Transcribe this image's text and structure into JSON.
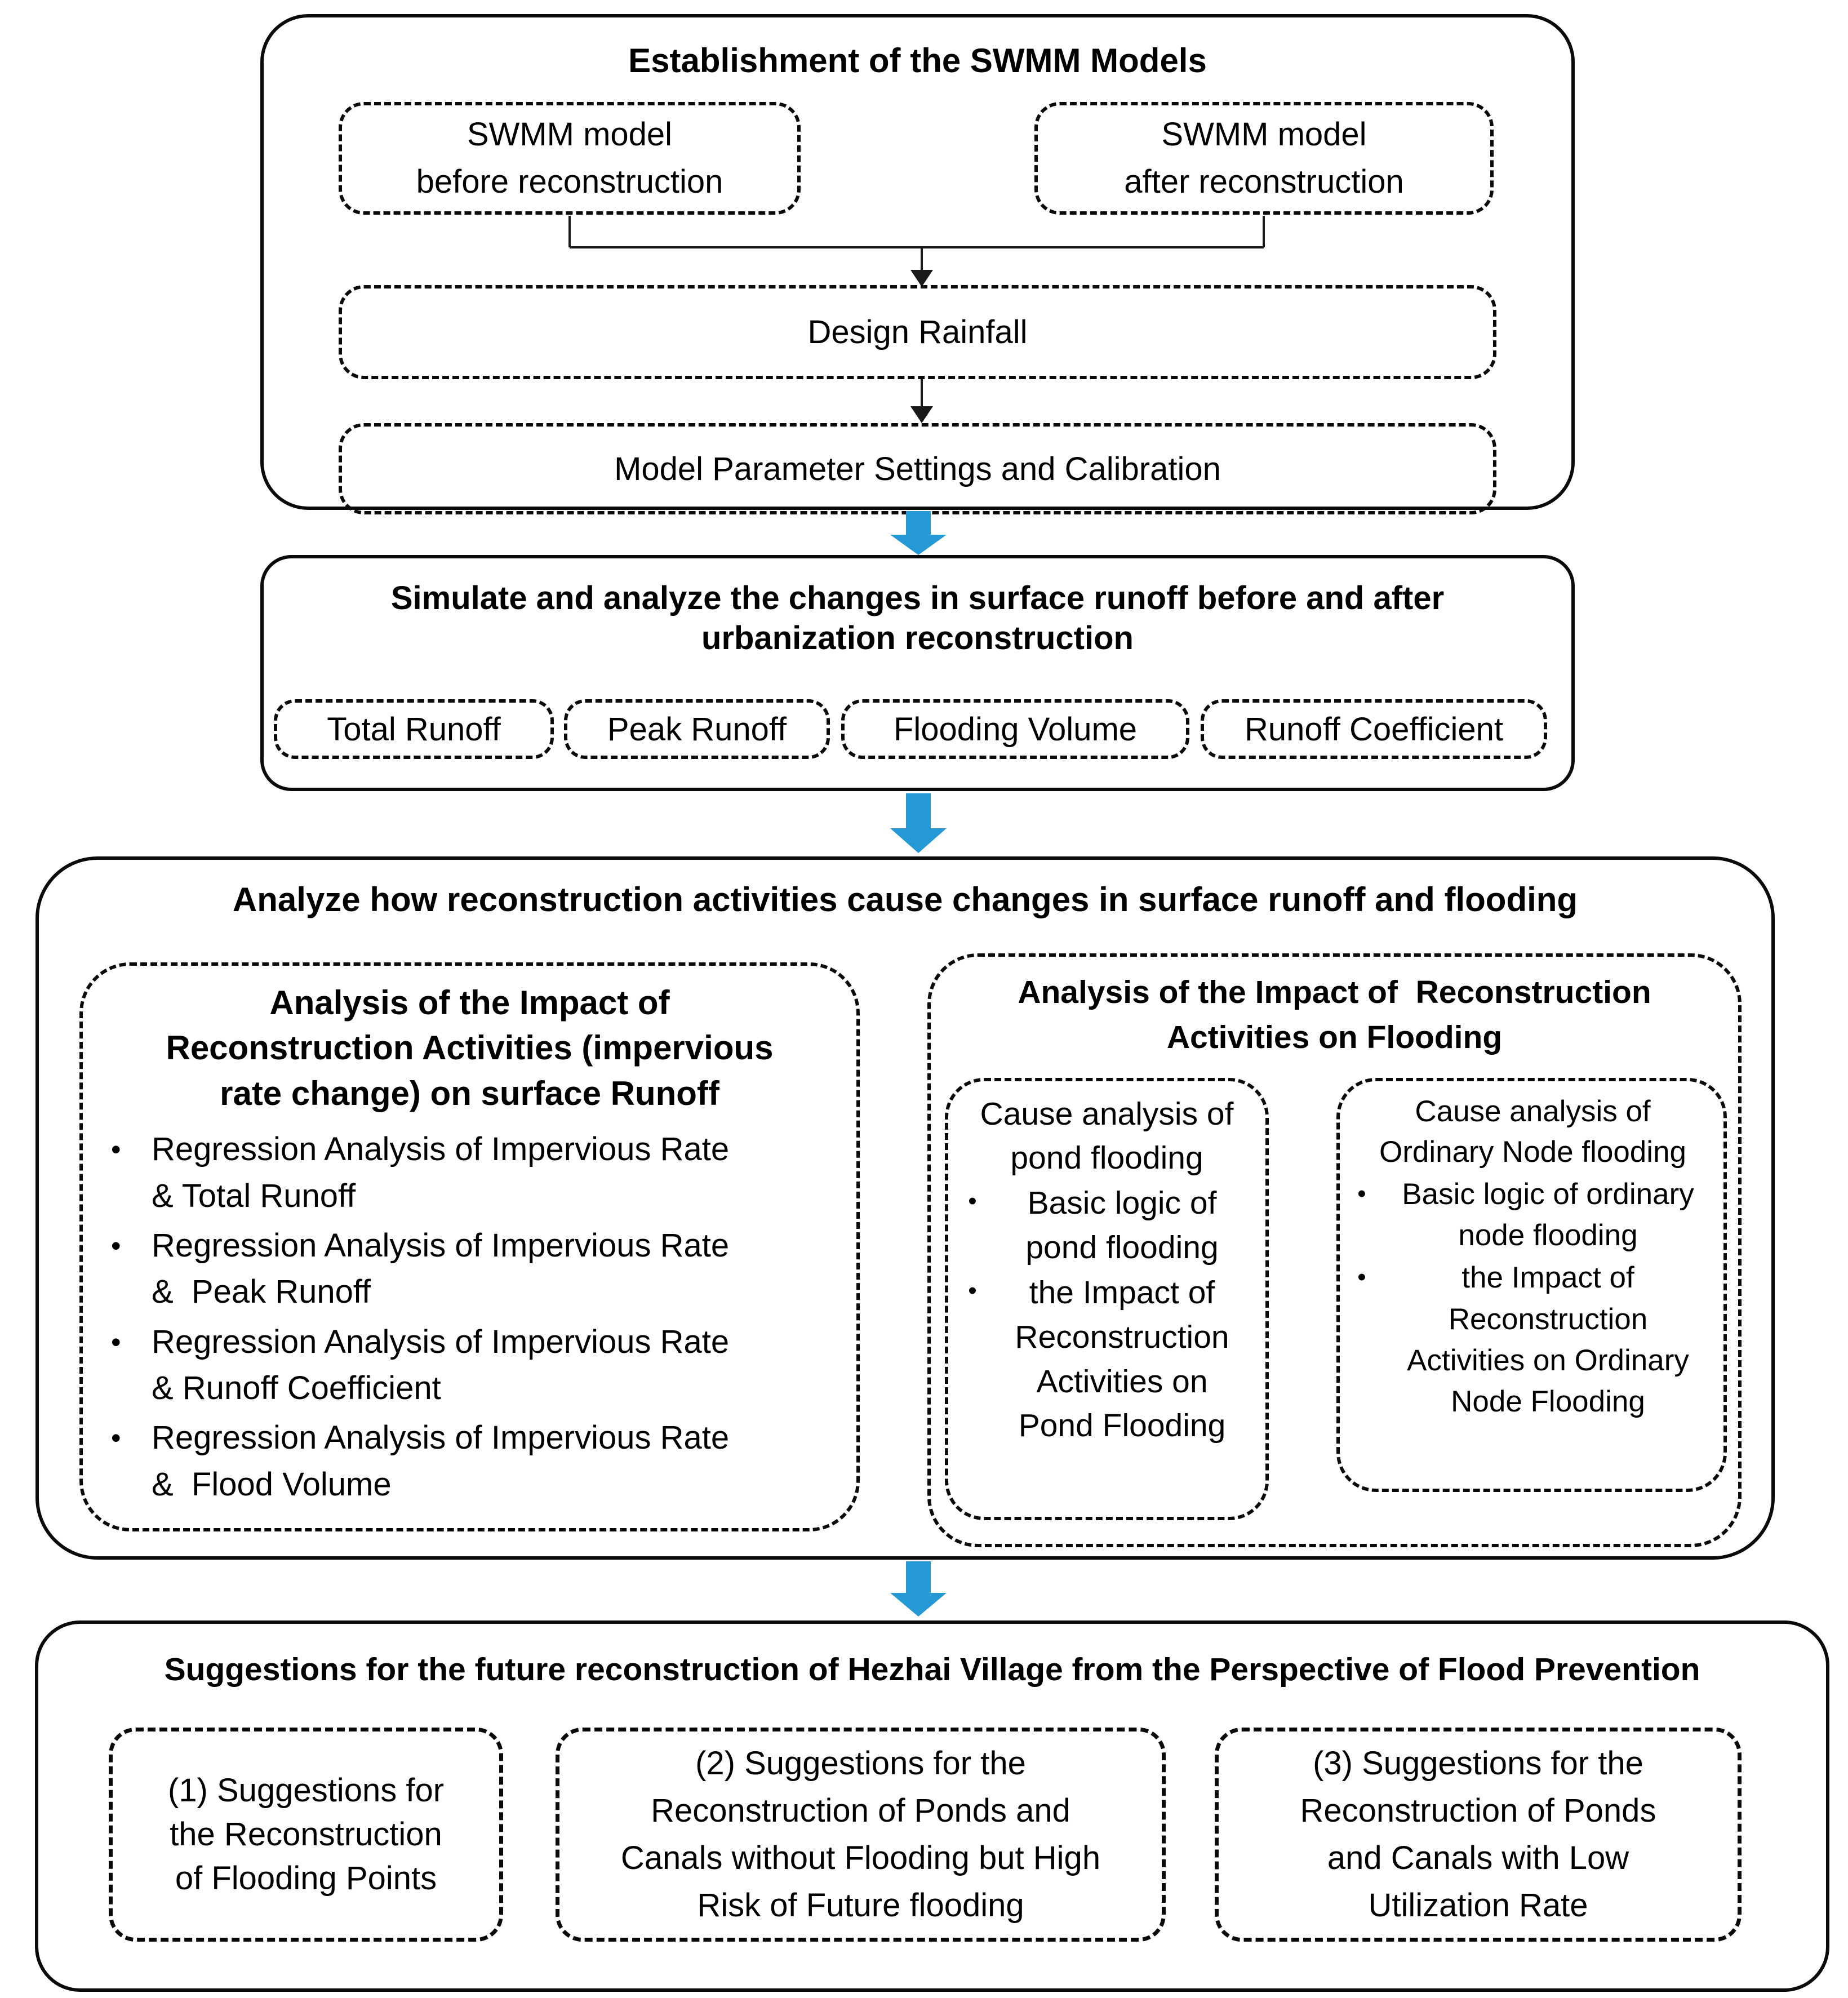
{
  "palette": {
    "arrow_blue": "#2499D6",
    "line_black": "#0a0a0a",
    "background": "#ffffff"
  },
  "bullet_char": "•",
  "section1": {
    "title": "Establishment of the SWMM Models",
    "box_before": "SWMM model\nbefore reconstruction",
    "box_after": "SWMM model\nafter reconstruction",
    "box_design": "Design Rainfall",
    "box_params": "Model Parameter Settings and Calibration"
  },
  "section2": {
    "title": "Simulate and analyze the changes in surface runoff before and after\nurbanization reconstruction",
    "items": [
      "Total Runoff",
      "Peak Runoff",
      "Flooding Volume",
      "Runoff Coefficient"
    ]
  },
  "section3": {
    "title": "Analyze how reconstruction activities cause changes in surface runoff and flooding",
    "left": {
      "title": "Analysis of the Impact of\nReconstruction Activities (impervious\nrate change) on surface Runoff",
      "bullets": [
        "Regression Analysis of Impervious Rate\n& Total Runoff",
        "Regression Analysis of Impervious Rate\n&  Peak Runoff",
        "Regression Analysis of Impervious Rate\n& Runoff Coefficient",
        "Regression Analysis of Impervious Rate\n&  Flood Volume"
      ]
    },
    "right": {
      "title": "Analysis of the Impact of  Reconstruction\nActivities on Flooding",
      "pond": {
        "title": "Cause analysis of\npond flooding",
        "bullets": [
          "Basic logic of\npond flooding",
          "the Impact of\nReconstruction\nActivities on\nPond Flooding"
        ]
      },
      "node": {
        "title": "Cause analysis of\nOrdinary Node flooding",
        "bullets": [
          "Basic logic of ordinary\nnode flooding",
          "the Impact of\nReconstruction\nActivities on Ordinary\nNode Flooding"
        ]
      }
    }
  },
  "section4": {
    "title": "Suggestions for the future reconstruction of Hezhai Village from the Perspective of Flood Prevention",
    "boxes": [
      "(1) Suggestions for\nthe Reconstruction\nof Flooding Points",
      "(2) Suggestions for the\nReconstruction of Ponds and\nCanals without Flooding but High\nRisk of Future flooding",
      "(3) Suggestions for the\nReconstruction of Ponds\nand Canals with Low\nUtilization Rate"
    ]
  }
}
